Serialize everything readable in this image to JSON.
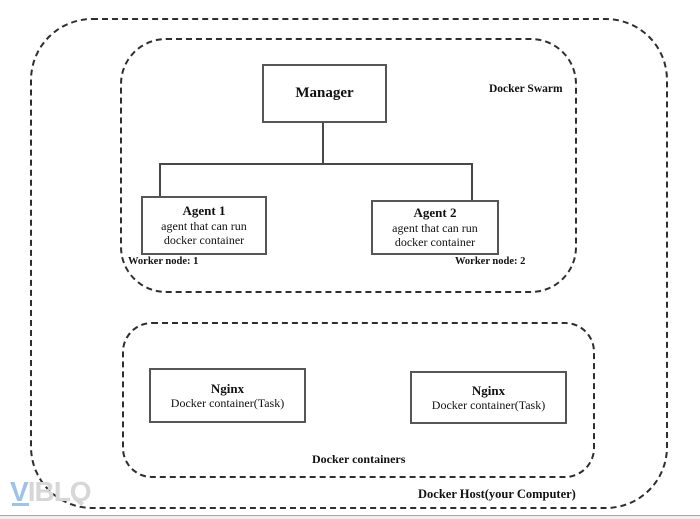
{
  "diagram": {
    "host": {
      "label": "Docker Host(your Computer)"
    },
    "swarm": {
      "label": "Docker Swarm",
      "manager": {
        "title": "Manager"
      },
      "agents": [
        {
          "title": "Agent 1",
          "line1": "agent that can run",
          "line2": "docker container",
          "worker_label": "Worker node: 1"
        },
        {
          "title": "Agent 2",
          "line1": "agent that can run",
          "line2": "docker container",
          "worker_label": "Worker node: 2"
        }
      ]
    },
    "containers": {
      "label": "Docker containers",
      "items": [
        {
          "title": "Nginx",
          "subtitle": "Docker container(Task)"
        },
        {
          "title": "Nginx",
          "subtitle": "Docker container(Task)"
        }
      ]
    }
  },
  "branding": {
    "logo_v": "V",
    "logo_rest": "IBLO"
  },
  "colors": {
    "dashed_border": "#2e2e2e",
    "box_border": "#565656",
    "connector": "#474747",
    "logo_blue": "#9fc2e7",
    "logo_gray": "#d7d7d7"
  }
}
